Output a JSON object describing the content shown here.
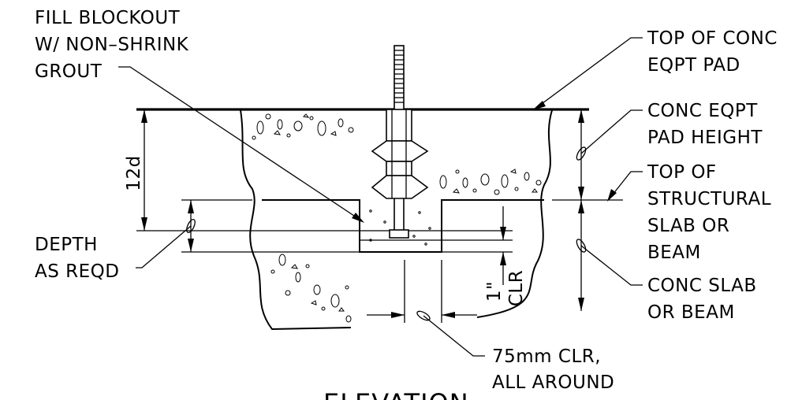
{
  "labels": {
    "fill_blockout": [
      "FILL BLOCKOUT",
      "W/ NON–SHRINK",
      "GROUT"
    ],
    "top_of_conc_pad": [
      "TOP OF CONC",
      "EQPT PAD"
    ],
    "pad_height": [
      "CONC EQPT",
      "PAD HEIGHT"
    ],
    "top_of_slab": [
      "TOP OF",
      "STRUCTURAL",
      "SLAB OR",
      "BEAM"
    ],
    "depth": [
      "DEPTH",
      "AS REQD"
    ],
    "conc_slab": [
      "CONC SLAB",
      "OR BEAM"
    ],
    "clearance_all_around": [
      "75mm CLR,",
      "ALL AROUND"
    ],
    "embed_dim": "12d",
    "bottom_clr_value": "1\"",
    "bottom_clr_text": "CLR"
  },
  "title": "ELEVATION"
}
